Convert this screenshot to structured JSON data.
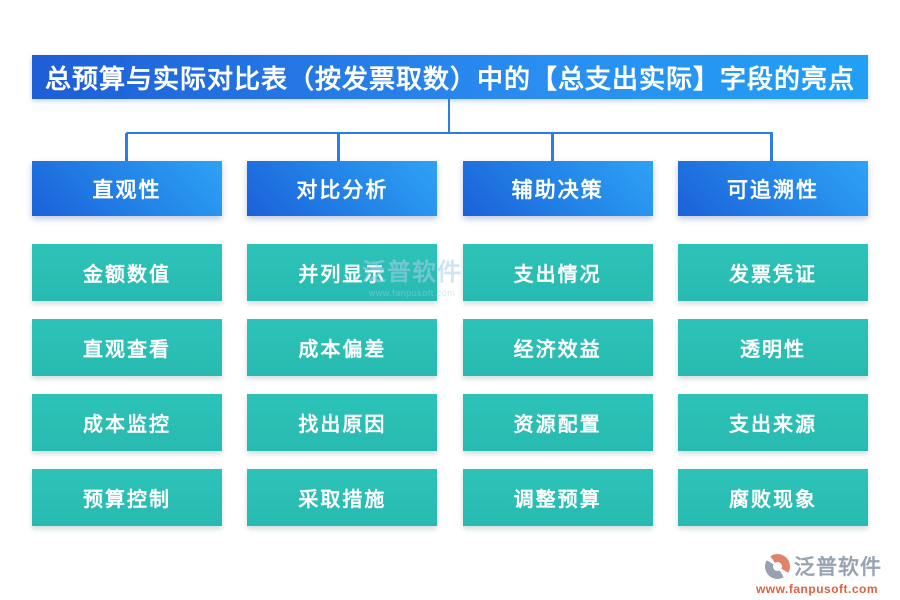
{
  "title": "总预算与实际对比表（按发票取数）中的【总支出实际】字段的亮点",
  "columns": [
    {
      "header": "直观性",
      "items": [
        "金额数值",
        "直观查看",
        "成本监控",
        "预算控制"
      ]
    },
    {
      "header": "对比分析",
      "items": [
        "并列显示",
        "成本偏差",
        "找出原因",
        "采取措施"
      ]
    },
    {
      "header": "辅助决策",
      "items": [
        "支出情况",
        "经济效益",
        "资源配置",
        "调整预算"
      ]
    },
    {
      "header": "可追溯性",
      "items": [
        "发票凭证",
        "透明性",
        "支出来源",
        "腐败现象"
      ]
    }
  ],
  "watermark": {
    "text": "泛普软件",
    "url": "www.fanpusoft.com"
  },
  "brand": {
    "name": "泛普软件",
    "url": "www.fanpusoft.com"
  },
  "colors": {
    "title_gradient_left": "#1e5ed6",
    "title_gradient_right": "#21a0f5",
    "header_box_gradient_dark": "#1b61d9",
    "header_box_gradient_light": "#2ea2f5",
    "item_box_teal": "#29beb3",
    "connector_blue": "#2e7ce6",
    "brand_grey": "#98a3b3",
    "brand_orange": "#e0836a",
    "url_orange": "#e0603f"
  }
}
